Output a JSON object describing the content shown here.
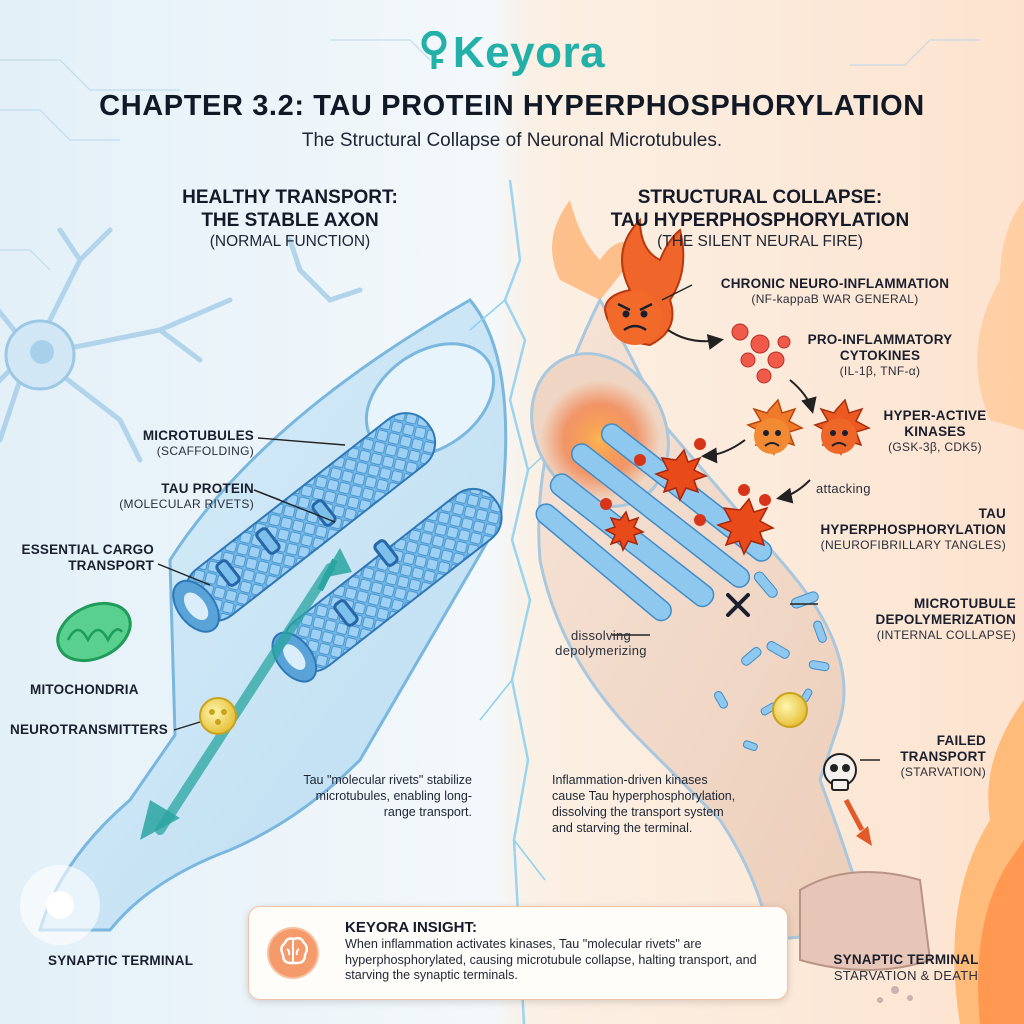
{
  "brand": {
    "logo_text": "Keyora"
  },
  "header": {
    "title": "CHAPTER 3.2: TAU PROTEIN HYPERPHOSPHORYLATION",
    "subtitle": "The Structural Collapse of Neuronal Microtubules."
  },
  "left": {
    "heading_line1": "HEALTHY TRANSPORT:",
    "heading_line2": "THE STABLE AXON",
    "subheading": "(NORMAL FUNCTION)",
    "labels": {
      "microtubules": "MICROTUBULES",
      "microtubules_sub": "(SCAFFOLDING)",
      "tau": "TAU PROTEIN",
      "tau_sub": "(MOLECULAR RIVETS)",
      "cargo_line1": "ESSENTIAL CARGO",
      "cargo_line2": "TRANSPORT",
      "mitochondria": "MITOCHONDRIA",
      "neurotransmitters": "NEUROTRANSMITTERS",
      "synaptic": "SYNAPTIC TERMINAL"
    },
    "description": "Tau \"molecular rivets\" stabilize microtubules, enabling long-range transport."
  },
  "right": {
    "heading_line1": "STRUCTURAL COLLAPSE:",
    "heading_line2": "TAU HYPERPHOSPHORYLATION",
    "subheading": "(THE SILENT NEURAL FIRE)",
    "labels": {
      "inflammation": "CHRONIC NEURO-INFLAMMATION",
      "inflammation_sub": "(NF-kappaB WAR GENERAL)",
      "cytokines_line1": "PRO-INFLAMMATORY",
      "cytokines_line2": "CYTOKINES",
      "cytokines_sub": "(IL-1β, TNF-α)",
      "kinases_line1": "HYPER-ACTIVE",
      "kinases_line2": "KINASES",
      "kinases_sub": "(GSK-3β, CDK5)",
      "attacking": "attacking",
      "tau_line1": "TAU",
      "tau_line2": "HYPERPHOSPHORYLATION",
      "tau_sub": "(NEUROFIBRILLARY TANGLES)",
      "depol_line1": "MICROTUBULE",
      "depol_line2": "DEPOLYMERIZATION",
      "depol_sub": "(INTERNAL COLLAPSE)",
      "dissolving_line1": "dissolving",
      "dissolving_line2": "depolymerizing",
      "failed_line1": "FAILED",
      "failed_line2": "TRANSPORT",
      "failed_sub": "(STARVATION)",
      "synaptic_line1": "SYNAPTIC TERMINAL",
      "synaptic_line2": "STARVATION & DEATH"
    },
    "description": "Inflammation-driven kinases cause Tau hyperphosphorylation, dissolving the transport system and starving the terminal."
  },
  "insight": {
    "title": "KEYORA INSIGHT:",
    "body": "When inflammation activates kinases, Tau \"molecular rivets\" are hyperphosphorylated, causing microtubule collapse, halting transport, and starving the synaptic terminals."
  },
  "colors": {
    "brand": "#22b0a8",
    "healthy": "#5aa9dc",
    "fire": "#f26a2a",
    "kinase": "#e84a1a"
  },
  "icons": [
    "key-icon",
    "brain-icon",
    "skull-icon",
    "fire-face-icon",
    "kinase-face-icon",
    "cross-icon"
  ]
}
